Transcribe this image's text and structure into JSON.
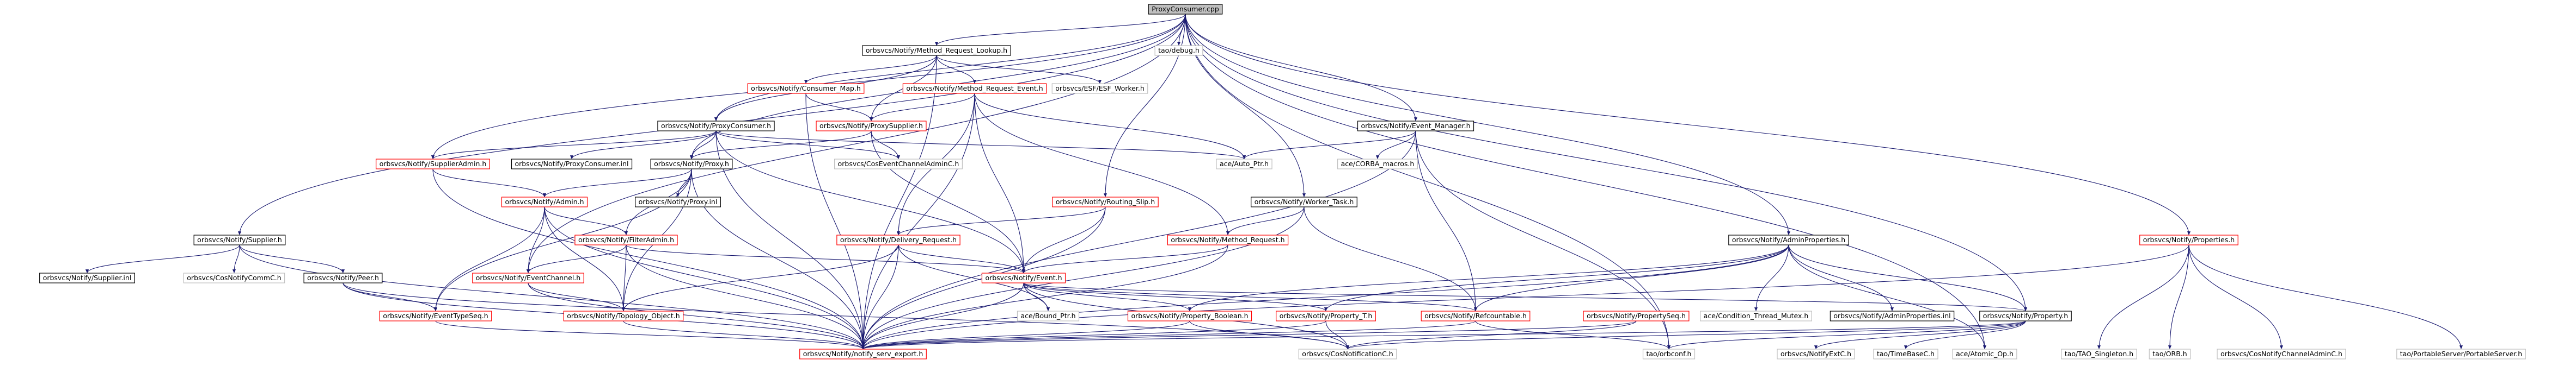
{
  "graph": {
    "root": "ProxyConsumer.cpp",
    "nodes": [
      {
        "id": "root",
        "label": "ProxyConsumer.cpp",
        "style": "root"
      },
      {
        "id": "n_mrl",
        "label": "orbsvcs/Notify/Method_Request_Lookup.h",
        "style": "black"
      },
      {
        "id": "n_debug",
        "label": "tao/debug.h",
        "style": "dim"
      },
      {
        "id": "n_cmap",
        "label": "orbsvcs/Notify/Consumer_Map.h",
        "style": "red"
      },
      {
        "id": "n_mre",
        "label": "orbsvcs/Notify/Method_Request_Event.h",
        "style": "red"
      },
      {
        "id": "n_esf",
        "label": "orbsvcs/ESF/ESF_Worker.h",
        "style": "dim"
      },
      {
        "id": "n_pc",
        "label": "orbsvcs/Notify/ProxyConsumer.h",
        "style": "black"
      },
      {
        "id": "n_ps",
        "label": "orbsvcs/Notify/ProxySupplier.h",
        "style": "red"
      },
      {
        "id": "n_em",
        "label": "orbsvcs/Notify/Event_Manager.h",
        "style": "black"
      },
      {
        "id": "n_sa",
        "label": "orbsvcs/Notify/SupplierAdmin.h",
        "style": "red"
      },
      {
        "id": "n_pcinl",
        "label": "orbsvcs/Notify/ProxyConsumer.inl",
        "style": "black"
      },
      {
        "id": "n_proxy",
        "label": "orbsvcs/Notify/Proxy.h",
        "style": "black"
      },
      {
        "id": "n_cecadmin",
        "label": "orbsvcs/CosEventChannelAdminC.h",
        "style": "dim"
      },
      {
        "id": "n_autoptr",
        "label": "ace/Auto_Ptr.h",
        "style": "dim"
      },
      {
        "id": "n_corba",
        "label": "ace/CORBA_macros.h",
        "style": "dim"
      },
      {
        "id": "n_admin",
        "label": "orbsvcs/Notify/Admin.h",
        "style": "red"
      },
      {
        "id": "n_proxyinl",
        "label": "orbsvcs/Notify/Proxy.inl",
        "style": "black"
      },
      {
        "id": "n_rs",
        "label": "orbsvcs/Notify/Routing_Slip.h",
        "style": "red"
      },
      {
        "id": "n_wt",
        "label": "orbsvcs/Notify/Worker_Task.h",
        "style": "black"
      },
      {
        "id": "n_supplier",
        "label": "orbsvcs/Notify/Supplier.h",
        "style": "black"
      },
      {
        "id": "n_fa",
        "label": "orbsvcs/Notify/FilterAdmin.h",
        "style": "red"
      },
      {
        "id": "n_dr",
        "label": "orbsvcs/Notify/Delivery_Request.h",
        "style": "red"
      },
      {
        "id": "n_mr",
        "label": "orbsvcs/Notify/Method_Request.h",
        "style": "red"
      },
      {
        "id": "n_ap",
        "label": "orbsvcs/Notify/AdminProperties.h",
        "style": "black"
      },
      {
        "id": "n_props",
        "label": "orbsvcs/Notify/Properties.h",
        "style": "red"
      },
      {
        "id": "n_supinl",
        "label": "orbsvcs/Notify/Supplier.inl",
        "style": "black"
      },
      {
        "id": "n_cncommc",
        "label": "orbsvcs/CosNotifyCommC.h",
        "style": "dim"
      },
      {
        "id": "n_peer",
        "label": "orbsvcs/Notify/Peer.h",
        "style": "black"
      },
      {
        "id": "n_ec",
        "label": "orbsvcs/Notify/EventChannel.h",
        "style": "red"
      },
      {
        "id": "n_event",
        "label": "orbsvcs/Notify/Event.h",
        "style": "red"
      },
      {
        "id": "n_ets",
        "label": "orbsvcs/Notify/EventTypeSeq.h",
        "style": "red"
      },
      {
        "id": "n_topo",
        "label": "orbsvcs/Notify/Topology_Object.h",
        "style": "red"
      },
      {
        "id": "n_bptr",
        "label": "ace/Bound_Ptr.h",
        "style": "dim"
      },
      {
        "id": "n_pbool",
        "label": "orbsvcs/Notify/Property_Boolean.h",
        "style": "red"
      },
      {
        "id": "n_pt",
        "label": "orbsvcs/Notify/Property_T.h",
        "style": "red"
      },
      {
        "id": "n_refc",
        "label": "orbsvcs/Notify/Refcountable.h",
        "style": "red"
      },
      {
        "id": "n_pseq",
        "label": "orbsvcs/Notify/PropertySeq.h",
        "style": "red"
      },
      {
        "id": "n_ctm",
        "label": "ace/Condition_Thread_Mutex.h",
        "style": "dim"
      },
      {
        "id": "n_apinl",
        "label": "orbsvcs/Notify/AdminProperties.inl",
        "style": "black"
      },
      {
        "id": "n_prop",
        "label": "orbsvcs/Notify/Property.h",
        "style": "black"
      },
      {
        "id": "n_export",
        "label": "orbsvcs/Notify/notify_serv_export.h",
        "style": "red"
      },
      {
        "id": "n_cnc",
        "label": "orbsvcs/CosNotificationC.h",
        "style": "dim"
      },
      {
        "id": "n_orbconf",
        "label": "tao/orbconf.h",
        "style": "dim"
      },
      {
        "id": "n_cnextc",
        "label": "orbsvcs/NotifyExtC.h",
        "style": "dim"
      },
      {
        "id": "n_tbc",
        "label": "tao/TimeBaseC.h",
        "style": "dim"
      },
      {
        "id": "n_atomic",
        "label": "ace/Atomic_Op.h",
        "style": "dim"
      },
      {
        "id": "n_taosing",
        "label": "tao/TAO_Singleton.h",
        "style": "dim"
      },
      {
        "id": "n_orb",
        "label": "tao/ORB.h",
        "style": "dim"
      },
      {
        "id": "n_cnca",
        "label": "orbsvcs/CosNotifyChannelAdminC.h",
        "style": "dim"
      },
      {
        "id": "n_portable",
        "label": "tao/PortableServer/PortableServer.h",
        "style": "dim"
      }
    ],
    "edges": [
      [
        "root",
        "n_mrl"
      ],
      [
        "root",
        "n_debug"
      ],
      [
        "root",
        "n_pc"
      ],
      [
        "root",
        "n_em"
      ],
      [
        "root",
        "n_sa"
      ],
      [
        "root",
        "n_proxy"
      ],
      [
        "root",
        "n_rs"
      ],
      [
        "root",
        "n_wt"
      ],
      [
        "root",
        "n_supplier"
      ],
      [
        "root",
        "n_ap"
      ],
      [
        "root",
        "n_props"
      ],
      [
        "root",
        "n_prop"
      ],
      [
        "root",
        "n_ec"
      ],
      [
        "root",
        "n_atomic"
      ],
      [
        "root",
        "n_orbconf"
      ],
      [
        "n_mrl",
        "n_cmap"
      ],
      [
        "n_mrl",
        "n_mre"
      ],
      [
        "n_mrl",
        "n_esf"
      ],
      [
        "n_mrl",
        "n_pc"
      ],
      [
        "n_mrl",
        "n_ps"
      ],
      [
        "n_mrl",
        "n_export"
      ],
      [
        "n_cmap",
        "n_ps"
      ],
      [
        "n_cmap",
        "n_export"
      ],
      [
        "n_mre",
        "n_ps"
      ],
      [
        "n_mre",
        "n_autoptr"
      ],
      [
        "n_mre",
        "n_dr"
      ],
      [
        "n_mre",
        "n_mr"
      ],
      [
        "n_mre",
        "n_event"
      ],
      [
        "n_mre",
        "n_export"
      ],
      [
        "n_pc",
        "n_sa"
      ],
      [
        "n_pc",
        "n_pcinl"
      ],
      [
        "n_pc",
        "n_proxy"
      ],
      [
        "n_pc",
        "n_cecadmin"
      ],
      [
        "n_pc",
        "n_autoptr"
      ],
      [
        "n_pc",
        "n_event"
      ],
      [
        "n_pc",
        "n_export"
      ],
      [
        "n_ps",
        "n_proxy"
      ],
      [
        "n_ps",
        "n_cecadmin"
      ],
      [
        "n_ps",
        "n_event"
      ],
      [
        "n_em",
        "n_autoptr"
      ],
      [
        "n_em",
        "n_corba"
      ],
      [
        "n_em",
        "n_refc"
      ],
      [
        "n_em",
        "n_export"
      ],
      [
        "n_em",
        "n_orbconf"
      ],
      [
        "n_sa",
        "n_admin"
      ],
      [
        "n_sa",
        "n_export"
      ],
      [
        "n_proxy",
        "n_admin"
      ],
      [
        "n_proxy",
        "n_proxyinl"
      ],
      [
        "n_proxy",
        "n_ets"
      ],
      [
        "n_proxy",
        "n_topo"
      ],
      [
        "n_proxy",
        "n_export"
      ],
      [
        "n_proxy",
        "n_fa"
      ],
      [
        "n_admin",
        "n_fa"
      ],
      [
        "n_admin",
        "n_ec"
      ],
      [
        "n_admin",
        "n_ets"
      ],
      [
        "n_admin",
        "n_topo"
      ],
      [
        "n_admin",
        "n_export"
      ],
      [
        "n_rs",
        "n_dr"
      ],
      [
        "n_rs",
        "n_event"
      ],
      [
        "n_rs",
        "n_export"
      ],
      [
        "n_wt",
        "n_mr"
      ],
      [
        "n_wt",
        "n_refc"
      ],
      [
        "n_wt",
        "n_export"
      ],
      [
        "n_supplier",
        "n_supinl"
      ],
      [
        "n_supplier",
        "n_cncommc"
      ],
      [
        "n_supplier",
        "n_peer"
      ],
      [
        "n_supplier",
        "n_export"
      ],
      [
        "n_fa",
        "n_ec"
      ],
      [
        "n_fa",
        "n_event"
      ],
      [
        "n_fa",
        "n_topo"
      ],
      [
        "n_fa",
        "n_export"
      ],
      [
        "n_dr",
        "n_event"
      ],
      [
        "n_dr",
        "n_bptr"
      ],
      [
        "n_dr",
        "n_export"
      ],
      [
        "n_dr",
        "n_topo"
      ],
      [
        "n_mr",
        "n_event"
      ],
      [
        "n_mr",
        "n_export"
      ],
      [
        "n_ap",
        "n_pbool"
      ],
      [
        "n_ap",
        "n_pt"
      ],
      [
        "n_ap",
        "n_ctm"
      ],
      [
        "n_ap",
        "n_apinl"
      ],
      [
        "n_ap",
        "n_prop"
      ],
      [
        "n_ap",
        "n_export"
      ],
      [
        "n_ap",
        "n_atomic"
      ],
      [
        "n_ap",
        "n_refc"
      ],
      [
        "n_props",
        "n_taosing"
      ],
      [
        "n_props",
        "n_orb"
      ],
      [
        "n_props",
        "n_cnca"
      ],
      [
        "n_props",
        "n_portable"
      ],
      [
        "n_props",
        "n_export"
      ],
      [
        "n_peer",
        "n_ets"
      ],
      [
        "n_peer",
        "n_export"
      ],
      [
        "n_peer",
        "n_cnc"
      ],
      [
        "n_ec",
        "n_topo"
      ],
      [
        "n_ec",
        "n_export"
      ],
      [
        "n_event",
        "n_bptr"
      ],
      [
        "n_event",
        "n_pbool"
      ],
      [
        "n_event",
        "n_pt"
      ],
      [
        "n_event",
        "n_refc"
      ],
      [
        "n_event",
        "n_cnc"
      ],
      [
        "n_event",
        "n_export"
      ],
      [
        "n_event",
        "n_prop"
      ],
      [
        "n_ets",
        "n_export"
      ],
      [
        "n_topo",
        "n_export"
      ],
      [
        "n_pbool",
        "n_export"
      ],
      [
        "n_pbool",
        "n_cnc"
      ],
      [
        "n_pt",
        "n_export"
      ],
      [
        "n_pt",
        "n_cnc"
      ],
      [
        "n_refc",
        "n_export"
      ],
      [
        "n_refc",
        "n_orbconf"
      ],
      [
        "n_pseq",
        "n_export"
      ],
      [
        "n_pseq",
        "n_cnc"
      ],
      [
        "n_prop",
        "n_export"
      ],
      [
        "n_prop",
        "n_cnextc"
      ],
      [
        "n_prop",
        "n_tbc"
      ],
      [
        "n_prop",
        "n_cnc"
      ],
      [
        "n_prop",
        "n_orbconf"
      ]
    ]
  }
}
